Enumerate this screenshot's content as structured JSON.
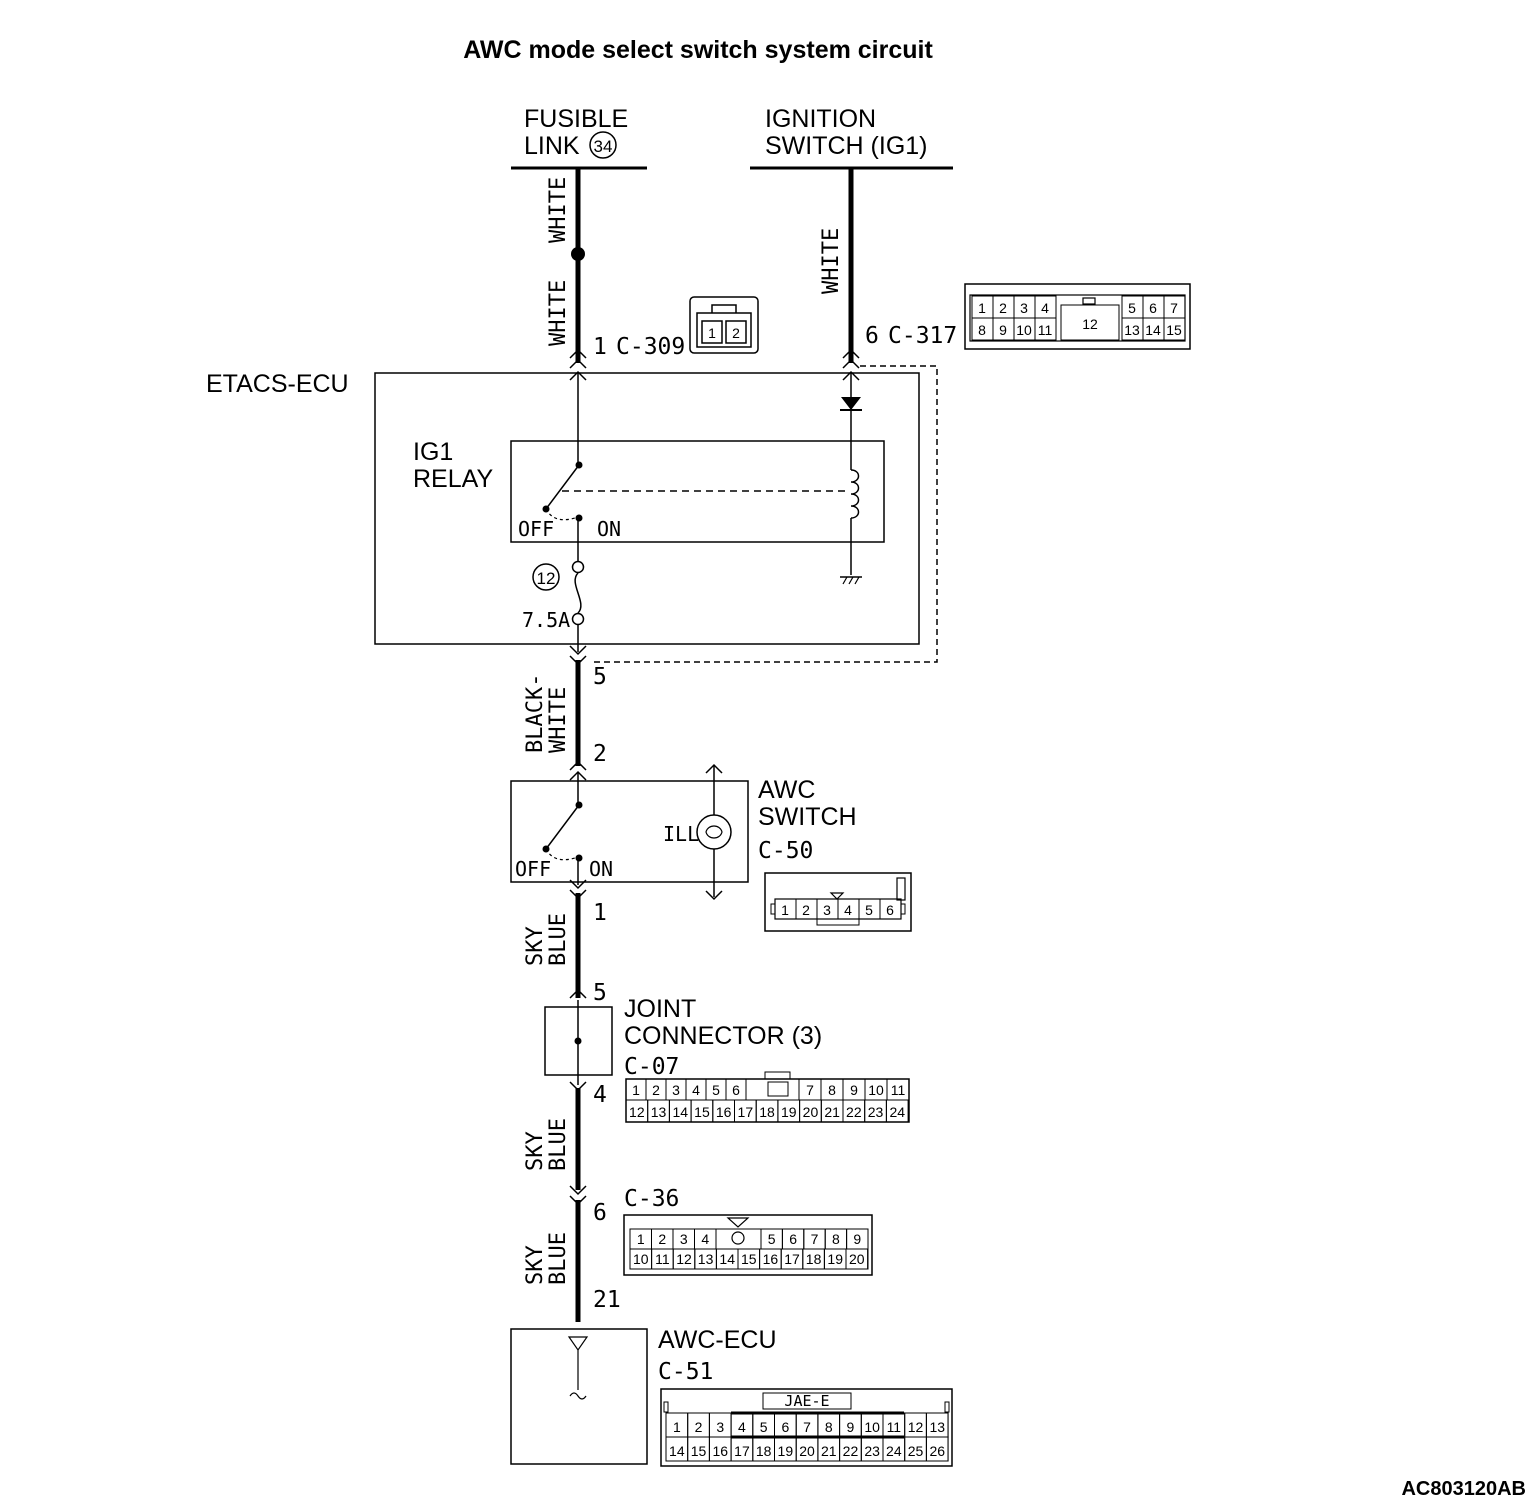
{
  "title": "AWC mode select switch system circuit",
  "figure_code": "AC803120AB",
  "sources": {
    "fusible_link": {
      "line1": "FUSIBLE",
      "line2": "LINK",
      "number": "34"
    },
    "ignition_switch": {
      "line1": "IGNITION",
      "line2": "SWITCH (IG1)"
    }
  },
  "wires": {
    "fl_upper": "WHITE",
    "fl_lower": "WHITE",
    "ig_wire": "WHITE",
    "etacs_to_switch": {
      "line1": "BLACK-",
      "line2": "WHITE"
    },
    "switch_to_joint": {
      "line1": "SKY",
      "line2": "BLUE"
    },
    "joint_to_c36": {
      "line1": "SKY",
      "line2": "BLUE"
    },
    "c36_to_awcecu": {
      "line1": "SKY",
      "line2": "BLUE"
    }
  },
  "terminals": {
    "etacs_in_fl": "1",
    "etacs_in_fl_conn": "C-309",
    "etacs_in_ig": "6",
    "etacs_in_ig_conn": "C-317",
    "etacs_out": "5",
    "switch_in": "2",
    "switch_out": "1",
    "joint_in": "5",
    "joint_out": "4",
    "c36_pin": "6",
    "awcecu_pin": "21"
  },
  "components": {
    "etacs_ecu": {
      "label": "ETACS-ECU"
    },
    "ig1_relay": {
      "line1": "IG1",
      "line2": "RELAY",
      "off": "OFF",
      "on": "ON"
    },
    "fuse": {
      "number": "12",
      "rating": "7.5A"
    },
    "awc_switch": {
      "line1": "AWC",
      "line2": "SWITCH",
      "conn": "C-50",
      "ill": "ILL",
      "off": "OFF",
      "on": "ON"
    },
    "joint_connector": {
      "line1": "JOINT",
      "line2": "CONNECTOR (3)",
      "conn": "C-07"
    },
    "c36": {
      "conn": "C-36"
    },
    "awc_ecu": {
      "line1": "AWC-ECU",
      "conn": "C-51"
    }
  },
  "connector_faces": {
    "c309": {
      "pins": [
        "1",
        "2"
      ]
    },
    "c317": {
      "top_left": [
        "1",
        "2",
        "3",
        "4"
      ],
      "top_right": [
        "5",
        "6",
        "7"
      ],
      "bottom_left": [
        "8",
        "9",
        "10",
        "11"
      ],
      "center": "12",
      "bottom_right": [
        "13",
        "14",
        "15"
      ]
    },
    "c50": {
      "pins": [
        "1",
        "2",
        "3",
        "4",
        "5",
        "6"
      ]
    },
    "c07": {
      "top_left": [
        "1",
        "2",
        "3",
        "4",
        "5",
        "6"
      ],
      "top_right": [
        "7",
        "8",
        "9",
        "10",
        "11"
      ],
      "bottom": [
        "12",
        "13",
        "14",
        "15",
        "16",
        "17",
        "18",
        "19",
        "20",
        "21",
        "22",
        "23",
        "24"
      ]
    },
    "c36": {
      "top_left": [
        "1",
        "2",
        "3",
        "4"
      ],
      "top_right": [
        "5",
        "6",
        "7",
        "8",
        "9"
      ],
      "bottom": [
        "10",
        "11",
        "12",
        "13",
        "14",
        "15",
        "16",
        "17",
        "18",
        "19",
        "20"
      ]
    },
    "c51": {
      "header": "JAE-E",
      "top": [
        "1",
        "2",
        "3",
        "4",
        "5",
        "6",
        "7",
        "8",
        "9",
        "10",
        "11",
        "12",
        "13"
      ],
      "bottom": [
        "14",
        "15",
        "16",
        "17",
        "18",
        "19",
        "20",
        "21",
        "22",
        "23",
        "24",
        "25",
        "26"
      ]
    }
  }
}
